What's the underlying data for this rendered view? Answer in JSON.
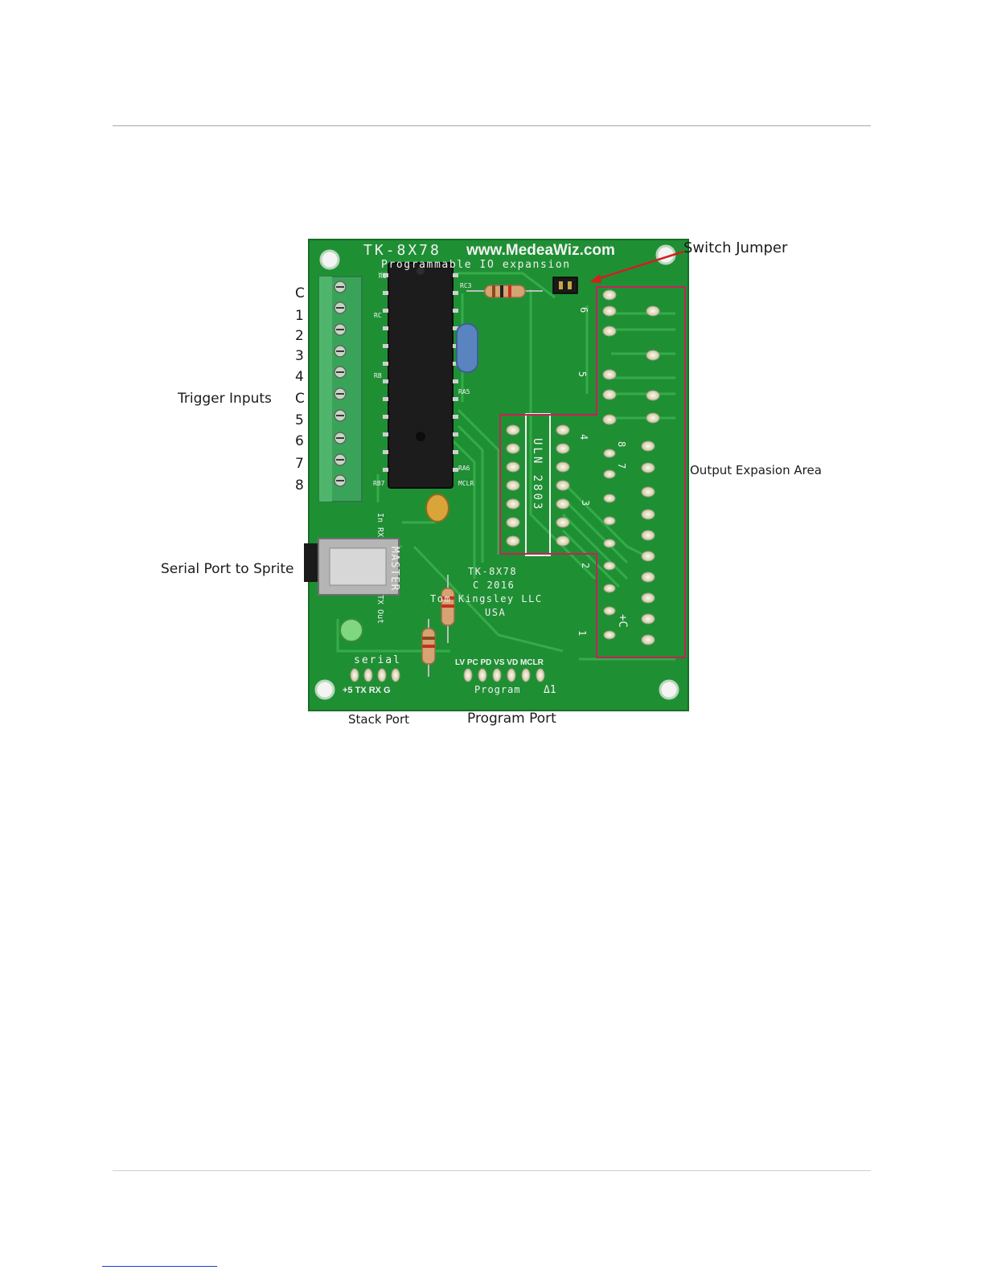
{
  "board": {
    "model_top": "TK-8X78",
    "url": "www.MedeaWiz.com",
    "subtitle": "Programmable IO expansion",
    "center_model": "TK-8X78",
    "copyright": "C 2016",
    "company": "Tom Kingsley LLC",
    "country": "USA",
    "ic_label": "ULN 2803",
    "master_label": "MASTER",
    "in_label": "In RX",
    "out_label": "TX Out",
    "serial_label": "serial",
    "serial_pins": "+5 TX RX G",
    "program_pins": "LV PC PD VS VD MCLR",
    "program_label": "Program",
    "delta_label": "Δ1",
    "pin_labels": [
      "RC",
      "RC3",
      "RC",
      "RB",
      "RA5",
      "RA6",
      "MCLR",
      "RB7"
    ],
    "header_numbers": [
      "1",
      "2",
      "3",
      "4",
      "5",
      "6",
      "7",
      "8",
      "+C"
    ]
  },
  "callouts": {
    "switch_jumper": "Switch Jumper",
    "output_area": "Output  Expasion Area",
    "trigger_inputs": "Trigger Inputs",
    "serial_port": "Serial Port to Sprite",
    "stack_port": "Stack Port",
    "program_port": "Program Port"
  },
  "terminal_labels": [
    "C",
    "1",
    "2",
    "3",
    "4",
    "C",
    "5",
    "6",
    "7",
    "8"
  ],
  "colors": {
    "pcb": "#1f8f34",
    "silkscreen": "#f2f2f2",
    "callout_box": "#c8205a",
    "arrow": "#d21f1f",
    "terminal_block": "#3aa35a"
  }
}
